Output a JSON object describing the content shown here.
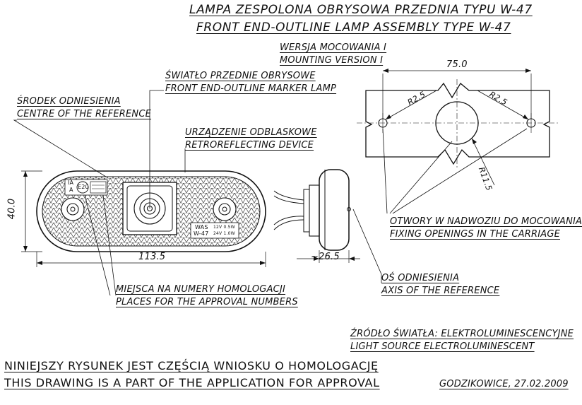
{
  "title": {
    "pl": "LAMPA ZESPOLONA OBRYSOWA PRZEDNIA TYPU W-47",
    "en": "FRONT END-OUTLINE LAMP ASSEMBLY TYPE W-47"
  },
  "mounting": {
    "pl": "WERSJA MOCOWANIA I",
    "en": "MOUNTING VERSION I"
  },
  "marker_lamp": {
    "pl": "ŚWIATŁO PRZEDNIE OBRYSOWE",
    "en": "FRONT END-OUTLINE MARKER LAMP"
  },
  "reference_centre": {
    "pl": "ŚRODEK ODNIESIENIA",
    "en": "CENTRE OF THE REFERENCE"
  },
  "retroreflector": {
    "pl": "URZĄDZENIE ODBLASKOWE",
    "en": "RETROREFLECTING DEVICE"
  },
  "approval_places": {
    "pl": "MIEJSCA NA NUMERY HOMOLOGACJI",
    "en": "PLACES FOR THE APPROVAL NUMBERS"
  },
  "reference_axis": {
    "pl": "OŚ ODNIESIENIA",
    "en": "AXIS OF THE REFERENCE"
  },
  "fixing_openings": {
    "pl": "OTWORY W NADWOZIU DO MOCOWANIA",
    "en": "FIXING OPENINGS IN THE CARRIAGE"
  },
  "light_source": {
    "pl": "ŹRÓDŁO ŚWIATŁA: ELEKTROLUMINESCENCYJNE",
    "en": "LIGHT SOURCE ELECTROLUMINESCENT"
  },
  "statement": {
    "pl": "NINIEJSZY RYSUNEK JEST CZĘŚCIĄ WNIOSKU O HOMOLOGACJĘ",
    "en": "THIS DRAWING IS A PART OF THE APPLICATION FOR APPROVAL"
  },
  "place_date": "GODZIKOWICE, 27.02.2009",
  "dimensions": {
    "width": "113.5",
    "height": "40.0",
    "depth": "~26.5",
    "hole_spacing": "75.0",
    "radius_left": "R2.5",
    "radius_right": "R2.5",
    "radius_center": "R11.5"
  },
  "lamp_marks": {
    "mark_ia": "IA",
    "mark_a": "A",
    "mark_e20": "E20",
    "brand": "WAS",
    "model": "W-47",
    "rating_12v": "12V 0.5W",
    "rating_24v": "24V 1.0W"
  }
}
